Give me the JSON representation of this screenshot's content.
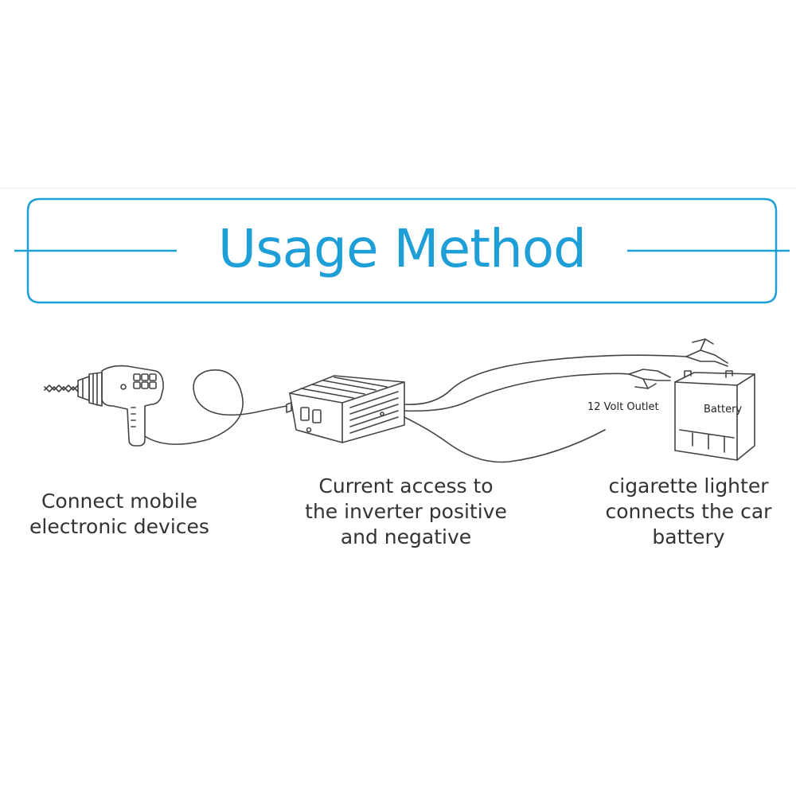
{
  "title": "Usage Method",
  "diagram": {
    "outlet_label": "12 Volt Outlet",
    "battery_label": "Battery"
  },
  "captions": {
    "left": [
      "Connect mobile",
      "electronic devices"
    ],
    "middle": [
      "Current access to",
      "the inverter positive",
      "and negative"
    ],
    "right": [
      "cigarette lighter",
      "connects the car",
      "battery"
    ]
  },
  "colors": {
    "accent": "#1e9fd8",
    "line_art": "#444444",
    "caption_text": "#333333"
  }
}
